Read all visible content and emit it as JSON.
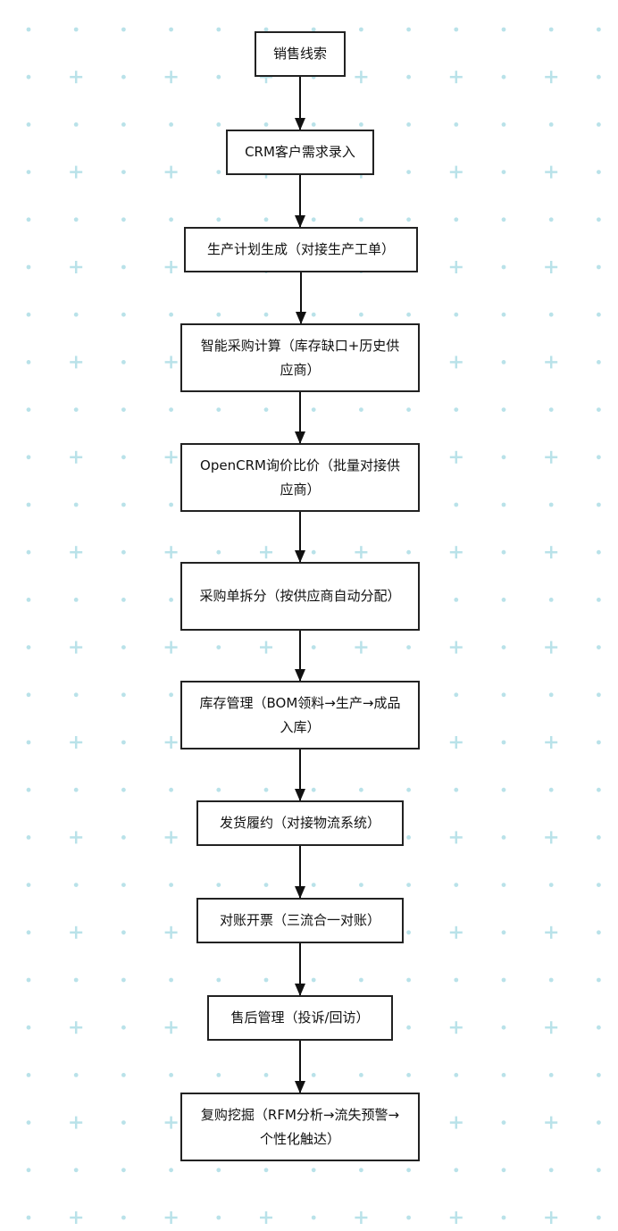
{
  "colors": {
    "grid_dot": "#b9e2e9",
    "grid_plus": "#b9e2e9",
    "node_border": "#222222",
    "arrow": "#111111"
  },
  "flowchart": {
    "nodes": [
      {
        "id": "n1",
        "label": "销售线索"
      },
      {
        "id": "n2",
        "label": "CRM客户需求录入"
      },
      {
        "id": "n3",
        "label": "生产计划生成（对接生产工单）"
      },
      {
        "id": "n4",
        "label": "智能采购计算（库存缺口+历史供应商）"
      },
      {
        "id": "n5",
        "label": "OpenCRM询价比价（批量对接供应商）"
      },
      {
        "id": "n6",
        "label": "采购单拆分（按供应商自动分配）"
      },
      {
        "id": "n7",
        "label": "库存管理（BOM领料→生产→成品入库）"
      },
      {
        "id": "n8",
        "label": "发货履约（对接物流系统）"
      },
      {
        "id": "n9",
        "label": "对账开票（三流合一对账）"
      },
      {
        "id": "n10",
        "label": "售后管理（投诉/回访）"
      },
      {
        "id": "n11",
        "label": "复购挖掘（RFM分析→流失预警→个性化触达）"
      }
    ],
    "edges": [
      [
        "n1",
        "n2"
      ],
      [
        "n2",
        "n3"
      ],
      [
        "n3",
        "n4"
      ],
      [
        "n4",
        "n5"
      ],
      [
        "n5",
        "n6"
      ],
      [
        "n6",
        "n7"
      ],
      [
        "n7",
        "n8"
      ],
      [
        "n8",
        "n9"
      ],
      [
        "n9",
        "n10"
      ],
      [
        "n10",
        "n11"
      ]
    ]
  }
}
